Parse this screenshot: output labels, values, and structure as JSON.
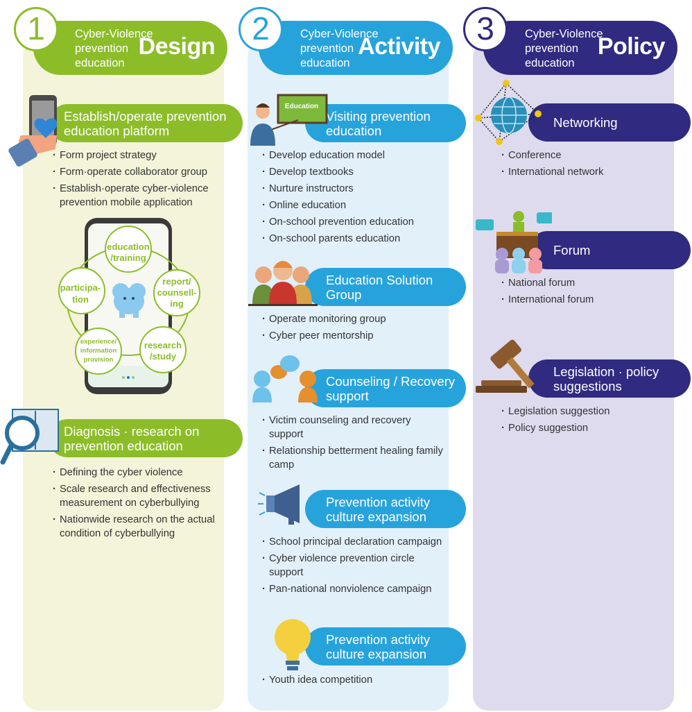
{
  "columns": [
    {
      "number": "1",
      "header_sub": "Cyber-Violence prevention education",
      "header_main": "Design",
      "sections": [
        {
          "title": "Establish/operate prevention education platform",
          "items": [
            "Form project strategy",
            "Form·operate collaborator group",
            "Establish·operate cyber-violence prevention mobile application"
          ]
        },
        {
          "title": "Diagnosis · research on prevention education",
          "items": [
            "Defining the cyber violence",
            "Scale research and effectiveness measurement on cyberbullying",
            "Nationwide research on the actual condition of cyberbullying"
          ]
        }
      ],
      "app_cycle": [
        "education /training",
        "report/ counsell- ing",
        "research /study",
        "experience/ information provision",
        "participa- tion"
      ]
    },
    {
      "number": "2",
      "header_sub": "Cyber-Violence prevention education",
      "header_main": "Activity",
      "board_label": "Education",
      "sections": [
        {
          "title": "Visiting prevention education",
          "items": [
            "Develop education model",
            "Develop textbooks",
            "Nurture instructors",
            "Online education",
            "On-school prevention education",
            "On-school parents education"
          ]
        },
        {
          "title": "Education Solution Group",
          "items": [
            "Operate monitoring group",
            "Cyber peer mentorship"
          ]
        },
        {
          "title": "Counseling / Recovery support",
          "items": [
            "Victim counseling and recovery support",
            "Relationship betterment healing family camp"
          ]
        },
        {
          "title": "Prevention activity culture expansion",
          "items": [
            "School principal declaration campaign",
            "Cyber violence prevention circle support",
            "Pan-national nonviolence campaign"
          ]
        },
        {
          "title": "Prevention activity culture expansion",
          "items": [
            "Youth idea competition"
          ]
        }
      ]
    },
    {
      "number": "3",
      "header_sub": "Cyber-Violence prevention education",
      "header_main": "Policy",
      "sections": [
        {
          "title": "Networking",
          "items": [
            "Conference",
            "International network"
          ]
        },
        {
          "title": "Forum",
          "items": [
            "National forum",
            "International forum"
          ]
        },
        {
          "title": "Legislation · policy suggestions",
          "items": [
            "Legislation suggestion",
            "Policy suggestion"
          ]
        }
      ]
    }
  ],
  "colors": {
    "green": "#8cbd29",
    "blue": "#27a3dc",
    "navy": "#302a80"
  }
}
